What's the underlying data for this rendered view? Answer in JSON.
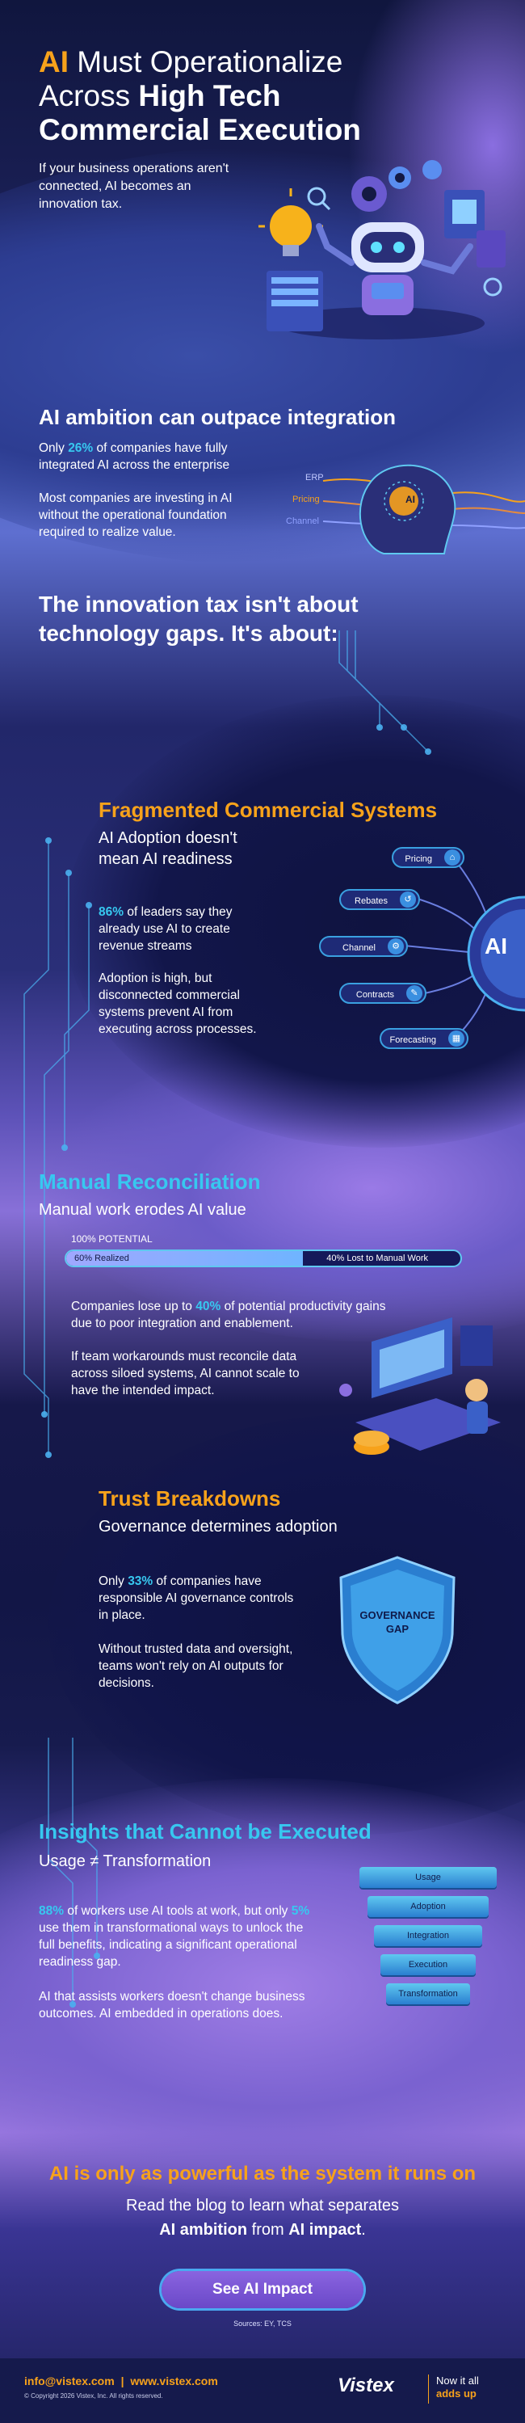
{
  "hero": {
    "title_ai": "AI",
    "title_part1": " Must Operationalize",
    "title_part2": "Across ",
    "title_bold1": "High Tech",
    "title_bold2": "Commercial Execution",
    "intro": "If your business operations aren't connected, AI becomes an innovation tax."
  },
  "ambition": {
    "title": "AI ambition can outpace integration",
    "stat_prefix": "Only ",
    "stat_value": "26%",
    "stat_suffix": " of companies have fully integrated AI across the enterprise",
    "para": "Most companies are investing in AI without the operational foundation required to realize value.",
    "labels": [
      "ERP",
      "Pricing",
      "Channel"
    ],
    "badge": "AI"
  },
  "tax": {
    "title_line1": "The innovation tax isn't about",
    "title_line2": "technology gaps. It's about:"
  },
  "fragmented": {
    "title": "Fragmented Commercial Systems",
    "subtitle": "AI Adoption doesn't mean AI readiness",
    "stat_value": "86%",
    "stat_suffix": " of leaders say they already use AI to create revenue streams",
    "para": "Adoption is high, but disconnected commercial systems prevent AI from executing across processes.",
    "nodes": [
      "Pricing",
      "Rebates",
      "Channel",
      "Contracts",
      "Forecasting"
    ],
    "hub": "AI"
  },
  "manual": {
    "title": "Manual Reconciliation",
    "subtitle": "Manual work erodes AI value",
    "potential_label": "100% POTENTIAL",
    "realized_label": "60% Realized",
    "lost_label": "40% Lost to Manual Work",
    "realized_fraction": 0.6,
    "stat_prefix": "Companies lose up to ",
    "stat_value": "40%",
    "stat_suffix": " of potential productivity gains due to poor integration and enablement.",
    "para": "If team workarounds must reconcile data across siloed systems, AI cannot scale to have the intended impact."
  },
  "trust": {
    "title": "Trust Breakdowns",
    "subtitle": "Governance determines adoption",
    "stat_prefix": "Only ",
    "stat_value": "33%",
    "stat_suffix": " of companies have responsible AI governance controls in place.",
    "para": "Without trusted data and oversight, teams won't rely on AI outputs for decisions.",
    "shield_line1": "GOVERNANCE",
    "shield_line2": "GAP"
  },
  "insights": {
    "title": "Insights that Cannot be Executed",
    "subtitle": "Usage ≠ Transformation",
    "stat1_value": "88%",
    "stat1_mid": " of workers use AI tools at work, but only ",
    "stat2_value": "5%",
    "stat2_suffix": " use them in transformational ways to unlock the full benefits, indicating a significant operational readiness gap.",
    "para": "AI that assists workers doesn't change business outcomes. AI embedded in operations does.",
    "funnel": [
      "Usage",
      "Adoption",
      "Integration",
      "Execution",
      "Transformation"
    ]
  },
  "cta": {
    "headline": "AI is only as powerful as the system it runs on",
    "line1": "Read the blog to learn what separates",
    "bold1": "AI ambition",
    "mid": " from ",
    "bold2": "AI impact",
    "end": ".",
    "button": "See AI Impact",
    "sources": "Sources: EY, TCS"
  },
  "footer": {
    "email": "info@vistex.com",
    "sep": "|",
    "site": "www.vistex.com",
    "copyright": "© Copyright 2026 Vistex, Inc. All rights reserved.",
    "brand": "Vistex",
    "tagline1": "Now it all",
    "tagline2": "adds up"
  },
  "colors": {
    "accent": "#f7a21b",
    "highlight": "#37c8f0",
    "button": "#7a55d8"
  }
}
